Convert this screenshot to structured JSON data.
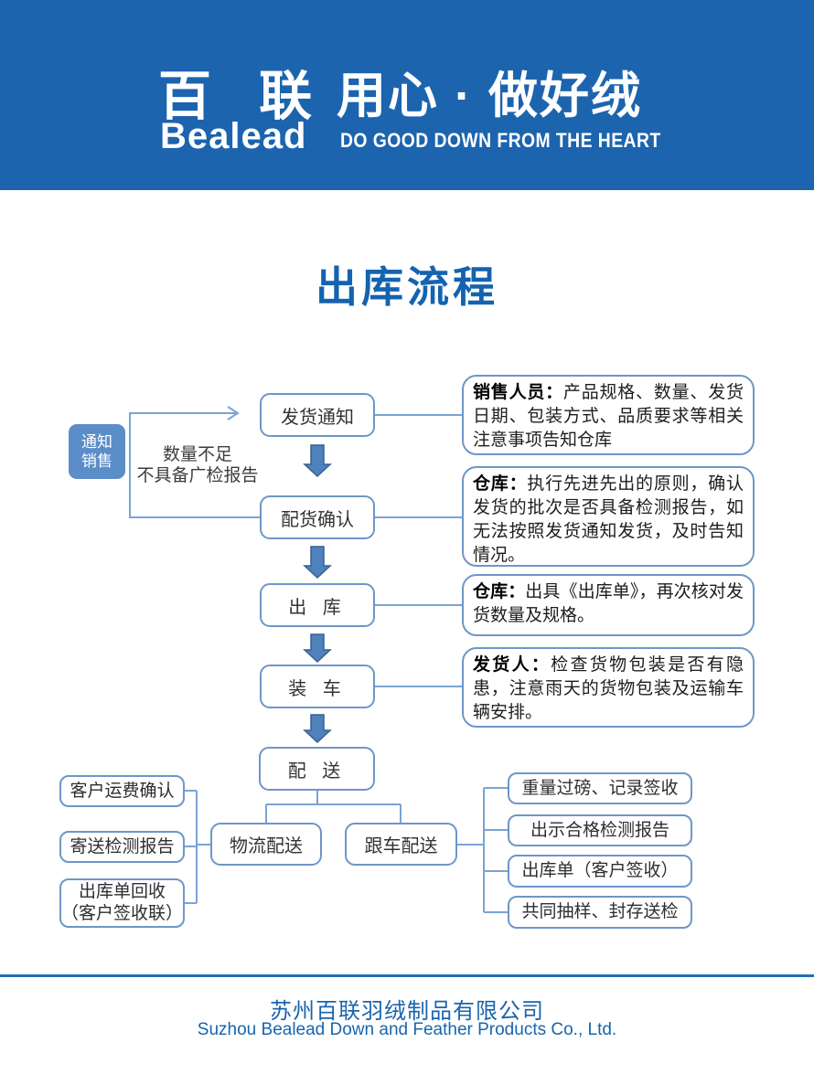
{
  "header": {
    "logo_zh": "百 联",
    "logo_en": "Bealead",
    "slogan_zh": "用心 · 做好绒",
    "slogan_en": "DO GOOD DOWN FROM THE HEART"
  },
  "title": "出库流程",
  "flow": {
    "steps": [
      {
        "label": "发货通知"
      },
      {
        "label": "配货确认"
      },
      {
        "label": "出 库"
      },
      {
        "label": "装 车"
      },
      {
        "label": "配 送"
      }
    ],
    "notify_sales": {
      "line1": "通知",
      "line2": "销售"
    },
    "feedback": {
      "line1": "数量不足",
      "line2": "不具备广检报告"
    },
    "annotations": [
      {
        "role": "销售人员：",
        "text": "产品规格、数量、发货日期、包装方式、品质要求等相关注意事项告知仓库"
      },
      {
        "role": "仓库：",
        "text": "执行先进先出的原则，确认发货的批次是否具备检测报告，如无法按照发货通知发货，及时告知情况。"
      },
      {
        "role": "仓库：",
        "text": "出具《出库单》，再次核对发货数量及规格。"
      },
      {
        "role": "发货人：",
        "text": "检查货物包装是否有隐患，注意雨天的货物包装及运输车辆安排。"
      }
    ],
    "branches": [
      {
        "label": "物流配送"
      },
      {
        "label": "跟车配送"
      }
    ],
    "left_tasks": [
      {
        "label": "客户运费确认"
      },
      {
        "label": "寄送检测报告"
      },
      {
        "label": "出库单回收",
        "label2": "（客户签收联）"
      }
    ],
    "right_tasks": [
      {
        "label": "重量过磅、记录签收"
      },
      {
        "label": "出示合格检测报告"
      },
      {
        "label": "出库单（客户签收）"
      },
      {
        "label": "共同抽样、封存送检"
      }
    ]
  },
  "footer": {
    "company_zh": "苏州百联羽绒制品有限公司",
    "company_en": "Suzhou Bealead Down and Feather Products Co., Ltd."
  },
  "colors": {
    "brand_blue": "#1c64ae",
    "title_blue": "#1463af",
    "arrow_fill_blue": "#4f81bd",
    "connector_blue": "#7ba3d4",
    "box_border_blue": "#6e96c8",
    "notify_box_fill": "#5b8dc8"
  }
}
